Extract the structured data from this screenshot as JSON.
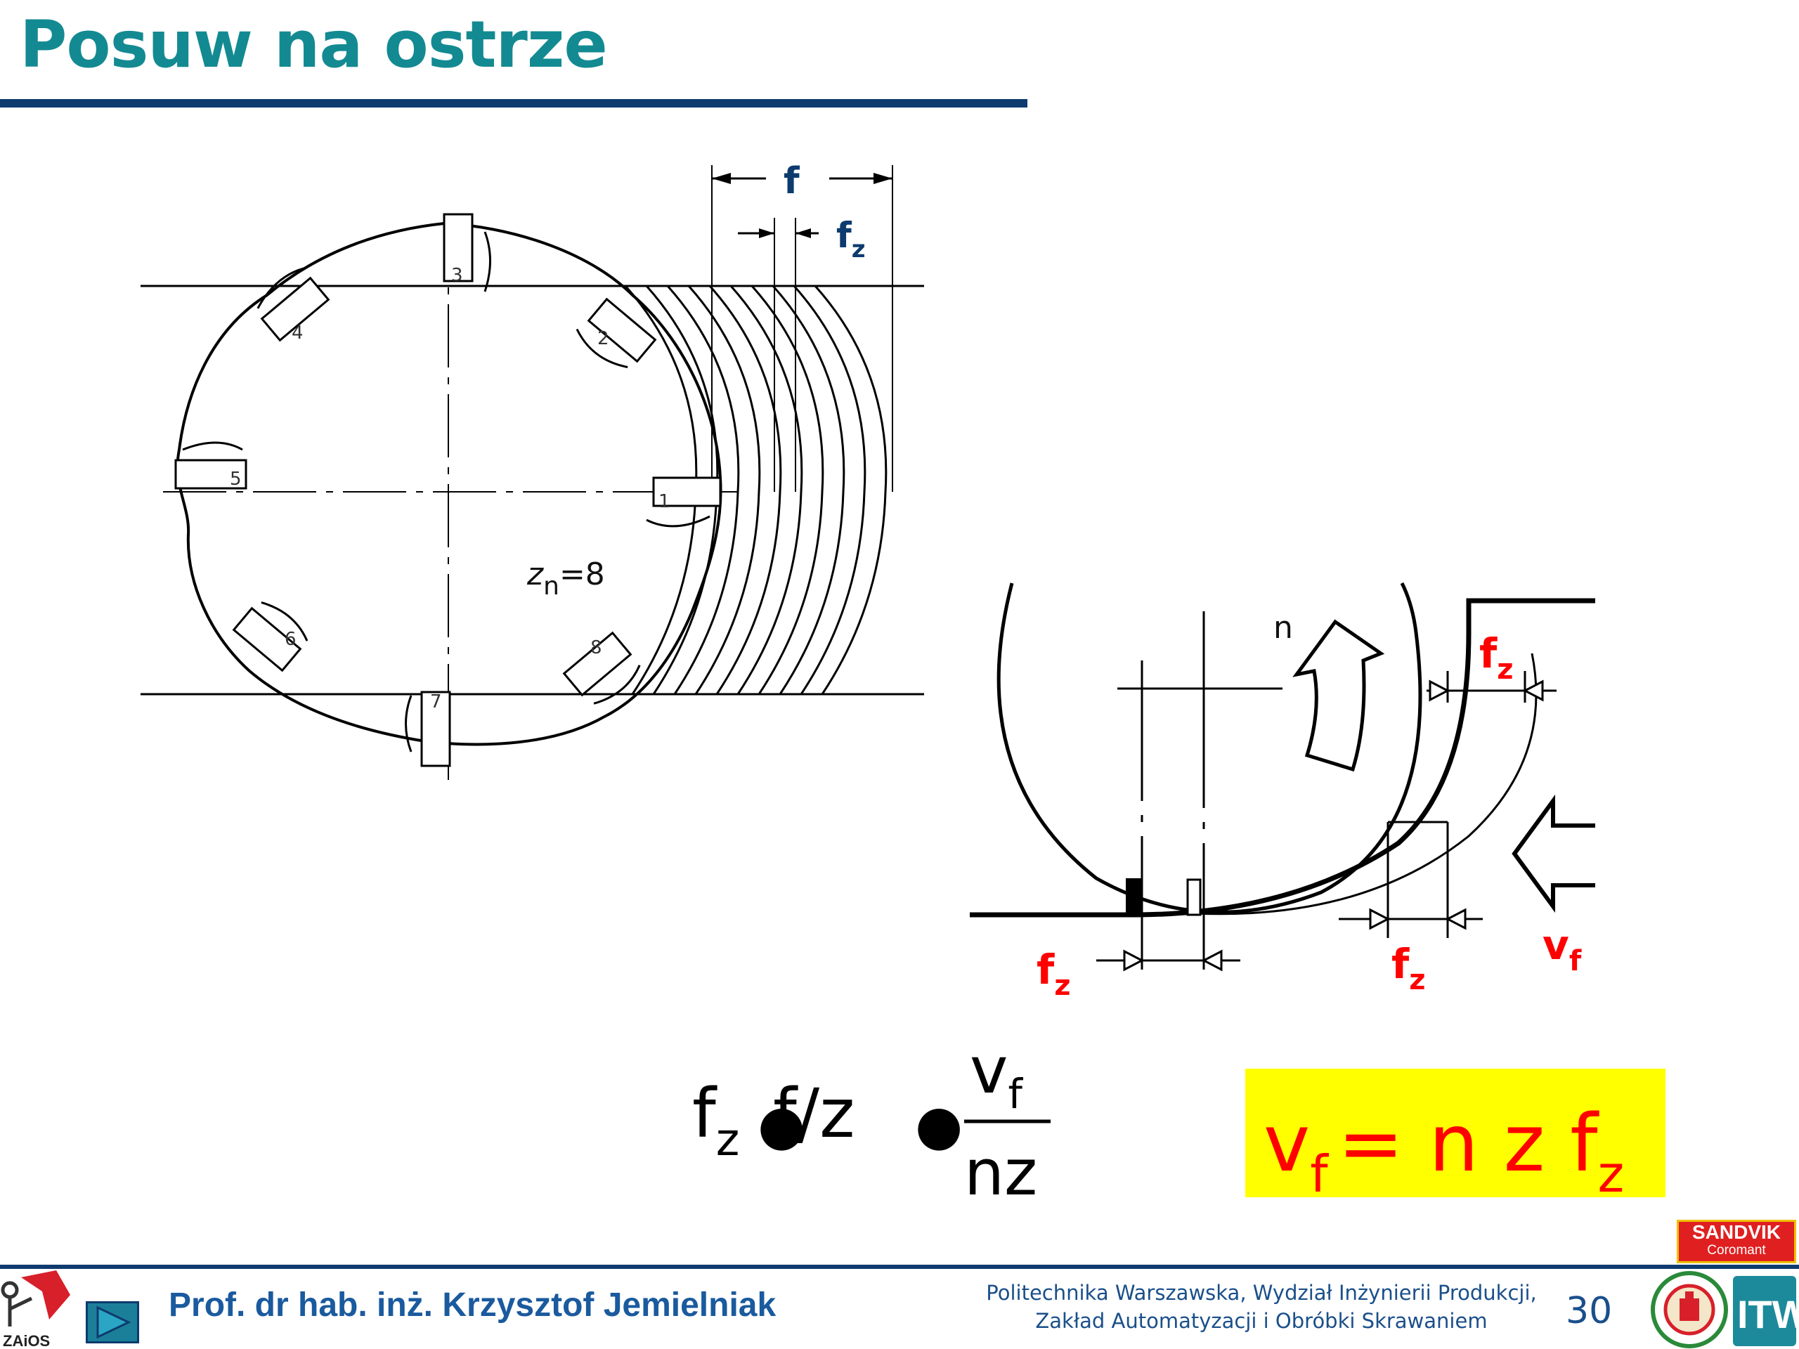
{
  "slide": {
    "title": "Posuw na ostrze"
  },
  "diagram": {
    "label_f": "f",
    "label_fz_main": "f",
    "label_fz_main_sub": "z",
    "zn_base": "z",
    "zn_sub": "n",
    "zn_value": "=8",
    "insert_numbers": [
      "1",
      "2",
      "3",
      "4",
      "5",
      "6",
      "7",
      "8"
    ],
    "label_n": "n",
    "label_fz_small": "f",
    "label_fz_small_sub": "z",
    "label_vf": "v",
    "label_vf_sub": "f"
  },
  "formula": {
    "fz_base": "f",
    "fz_sub": "z",
    "bullet": "●",
    "f_over_z": "f/z",
    "vf_base": "v",
    "vf_sub": "f",
    "denominator": "nz"
  },
  "boxed_formula": {
    "vf_base": "v",
    "vf_sub": "f",
    "rest": "= n z f",
    "fz_sub": "z",
    "background": "#ffff00",
    "text_color": "#ff0000"
  },
  "footer": {
    "author": "Prof. dr hab. inż. Krzysztof Jemielniak",
    "institution_line1": "Politechnika Warszawska, Wydział Inżynierii Produkcji,",
    "institution_line2": "Zakład Automatyzacji i Obróbki Skrawaniem",
    "page_number": "30",
    "sandvik_line1": "SANDVIK",
    "sandvik_line2": "Coromant",
    "zaios_text": "ZAiOS",
    "itw_text": "ITW"
  },
  "colors": {
    "title": "#138a92",
    "rule": "#0d3b6e",
    "label_blue": "#0d3b6e",
    "label_red": "#ff0000"
  }
}
